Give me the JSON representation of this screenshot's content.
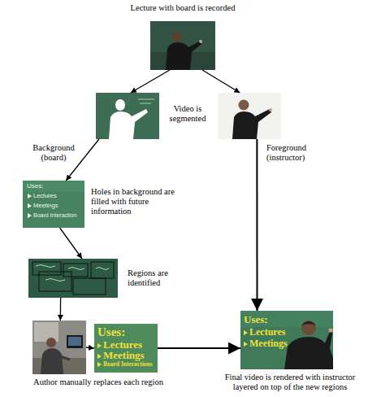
{
  "diagram": {
    "nodes": [
      {
        "text": [
          "Lecture with board is recorded"
        ]
      },
      {
        "text": [
          "Background (board)"
        ]
      },
      {
        "text": [
          "Foreground (instructor)"
        ]
      },
      {
        "text": [
          "Holes in background are filled with future information"
        ]
      },
      {
        "text": [
          "Regions are identified"
        ]
      },
      {
        "text": [
          "Author manually replaces each region"
        ]
      },
      {
        "text": [
          "Uses:",
          "Lectures",
          "Meetings",
          "Board Interactions"
        ]
      },
      {
        "text": [
          "Final video is rendered with instructor layered on top of the new regions"
        ]
      }
    ],
    "edges": [
      {
        "from": 0,
        "to": 1,
        "arrow": "to"
      },
      {
        "from": 0,
        "to": 2,
        "arrow": "to"
      },
      {
        "from": 1,
        "to": 3,
        "arrow": "to"
      },
      {
        "from": 3,
        "to": 4,
        "arrow": "to"
      },
      {
        "from": 4,
        "to": 5,
        "arrow": "to"
      },
      {
        "from": 5,
        "to": 6,
        "arrow": "to"
      },
      {
        "from": 6,
        "to": 7,
        "arrow": "to"
      },
      {
        "from": 2,
        "to": 7,
        "arrow": "to"
      }
    ],
    "labels": [
      "Video is segmented",
      "Uses:",
      "Lectures",
      "Meetings",
      "Board Interaction",
      "Uses:",
      "Lectures",
      "Meetings"
    ]
  }
}
